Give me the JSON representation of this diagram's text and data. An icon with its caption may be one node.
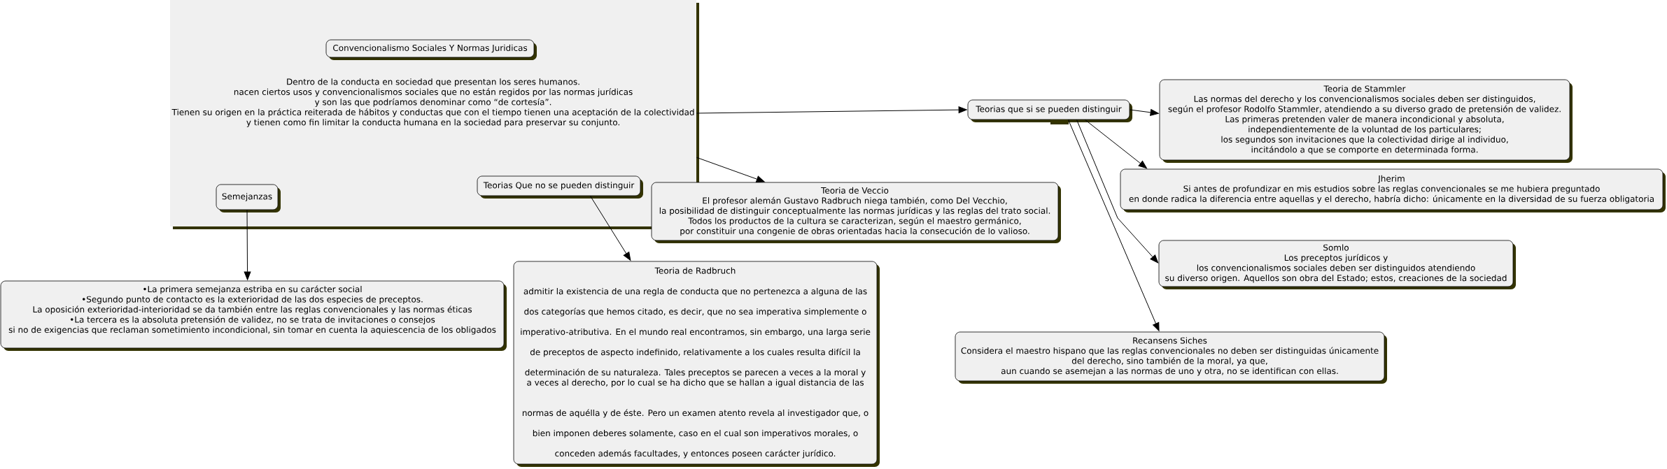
{
  "diagram": {
    "nodes": [
      {
        "text": [
          "Dentro de la conducta en sociedad que presentan los seres humanos. nacen ciertos usos y convencionalismos sociales que no están regidos por las normas jurídicas y son las que podríamos denominar como “de cortesía”. Tienen su origen en la práctica reiterada de hábitos y conductas que con el tiempo tienen una aceptación de la colectividad y tienen como fin limitar la conducta humana en la sociedad para preservar su conjunto."
        ]
      },
      {
        "text": [
          "Convencionalismo Sociales Y Normas Juridicas"
        ],
        "in": 0
      },
      {
        "text": [
          "Semejanzas"
        ],
        "in": 0
      },
      {
        "text": [
          "Teorias Que no se pueden distinguir"
        ],
        "in": 0
      },
      {
        "text": [
          "Teorias que si se pueden distinguir"
        ]
      },
      {
        "text": [
          "Teoria de Stammler",
          "Las normas del derecho y los convencionalismos sociales deben ser distinguidos, según el profesor Rodolfo Stammler, atendiendo a su diverso grado de pretensión de validez. Las primeras pretenden valer de manera incondicional y absoluta, independientemente de la voluntad de los particulares; los segundos son invitaciones que la colectividad dirige al individuo, incitándolo a que se comporte en determinada forma."
        ]
      },
      {
        "text": [
          "Teoria de Veccio",
          "El profesor alemán Gustavo Radbruch niega también, como Del Vecchio, la posibilidad de distinguir conceptualmente las normas jurídicas y las reglas del trato social. Todos los productos de la cultura se caracterizan, según el maestro germánico, por constituir una congenie de obras orientadas hacia la consecución de lo valioso."
        ]
      },
      {
        "text": [
          "Jherim",
          "Si antes de profundizar en mis estudios sobre las reglas convencionales se me hubiera preguntado en donde radica la diferencia entre aquellas y el derecho, habría dicho: únicamente en la diversidad de su fuerza obligatoria"
        ]
      },
      {
        "text": [
          "Somlo",
          "Los preceptos jurídicos y los convencionalismos sociales deben ser distinguidos atendiendo su diverso origen. Aquellos son obra del Estado; estos, creaciones de la sociedad"
        ]
      },
      {
        "text": [
          "•La primera semejanza estriba en su carácter social",
          "•Segundo punto de contacto es la exterioridad de las dos especies de preceptos. La oposición exterioridad-interioridad se da también entre las reglas convencionales y las normas éticas",
          "•La tercera es la absoluta pretensión de validez, no se trata de invitaciones o consejos si no de exigencias que reclaman sometimiento incondicional, sin tomar en cuenta la aquiescencia de los obligados"
        ]
      },
      {
        "text": [
          "Teoria de Radbruch",
          "admitir la existencia de una regla de conducta que no pertenezca a alguna de las dos categorías que hemos citado, es decir, que no sea imperativa simplemente o imperativo-atributiva. En el mundo real encontramos, sin embargo, una larga serie de preceptos de aspecto indefinido, relativamente a los cuales resulta difícil la determinación de su naturaleza. Tales preceptos se parecen a veces a la moral y a veces al derecho, por lo cual se ha dicho que se hallan a igual distancia de las normas de aquélla y de éste. Pero un examen atento revela al investigador que, o bien imponen deberes solamente, caso en el cual son imperativos morales, o conceden además facultades, y entonces poseen carácter jurídico."
        ]
      },
      {
        "text": [
          "Recansens Siches",
          "Considera el maestro hispano que las reglas convencionales no deben ser distinguidas únicamente del derecho, sino también de la moral, ya que, aun cuando se asemejan a las normas de uno y otra, no se identifican con ellas."
        ]
      }
    ],
    "edges": [
      {
        "from": 0,
        "to": 4,
        "arrow": "to"
      },
      {
        "from": 0,
        "to": 6,
        "arrow": "to"
      },
      {
        "from": 3,
        "to": 10,
        "arrow": "to"
      },
      {
        "from": 2,
        "to": 9,
        "arrow": "to"
      },
      {
        "from": 4,
        "to": 5,
        "arrow": "to"
      },
      {
        "from": 4,
        "to": 7,
        "arrow": "to"
      },
      {
        "from": 4,
        "to": 8,
        "arrow": "to"
      },
      {
        "from": 4,
        "to": 11,
        "arrow": "to"
      }
    ]
  }
}
